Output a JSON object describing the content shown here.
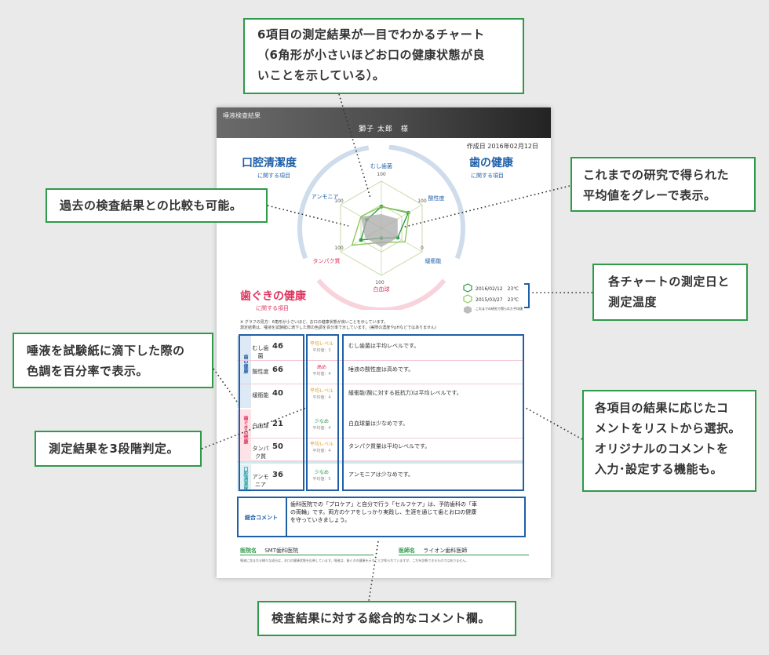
{
  "callouts": {
    "top": [
      "6項目の測定結果が一目でわかるチャート",
      "（6角形が小さいほどお口の健康状態が良",
      "いことを示している）。"
    ],
    "compare": "過去の検査結果との比較も可能。",
    "average": [
      "これまでの研究で得られた",
      "平均値をグレーで表示。"
    ],
    "dates": [
      "各チャートの測定日と",
      "測定温度"
    ],
    "color": [
      "唾液を試験紙に滴下した際の",
      "色調を百分率で表示。"
    ],
    "judge": "測定結果を3段階判定。",
    "comments": [
      "各項目の結果に応じたコ",
      "メントをリストから選択。",
      "オリジナルのコメントを",
      "入力･設定する機能も。"
    ],
    "overall": "検査結果に対する総合的なコメント欄。"
  },
  "report": {
    "title": "唾液検査結果",
    "patient": "獅子 太郎　様",
    "created": "作成日 2016年02月12日",
    "sections": {
      "oral": "口腔清潔度",
      "teeth": "歯の健康",
      "gums": "歯ぐきの健康",
      "sub": "に関する項目"
    },
    "axes": [
      "むし歯菌",
      "酸性度",
      "緩衝能",
      "白血球",
      "タンパク質",
      "アンモニア"
    ],
    "max_label": "100",
    "zero_label": "0",
    "legend": {
      "entries": [
        "2016/02/12　23℃",
        "2015/03/27　23℃"
      ],
      "avg_note": "これまでの研究で得られた平均値"
    },
    "note_lines": [
      "※ グラフの見方：6角形が小さいほど、お口の健康状態が良いことを示しています。",
      "測定結果は、唾液を試験紙に滴下した際の色調を百分率で示しています。(実際の濃度やpHなどではありません)"
    ],
    "rows": [
      {
        "label": "むし歯菌",
        "value": "46",
        "level": "平均レベル",
        "avg": "平均値：3",
        "comment": "むし歯菌は平均レベルです。"
      },
      {
        "label": "酸性度",
        "value": "66",
        "level": "高め",
        "avg": "平均値：4",
        "comment": "唾液の酸性度は高めです。"
      },
      {
        "label": "緩衝能",
        "value": "40",
        "level": "平均レベル",
        "avg": "平均値：4",
        "comment": "緩衝能(酸に対する抵抗力)は平均レベルです。"
      },
      {
        "label": "白血球",
        "value": "21",
        "level": "少なめ",
        "avg": "平均値：4",
        "comment": "白血球量は少なめです。"
      },
      {
        "label": "タンパク質",
        "value": "50",
        "level": "平均レベル",
        "avg": "平均値：4",
        "comment": "タンパク質量は平均レベルです。"
      },
      {
        "label": "アンモニア",
        "value": "36",
        "level": "少なめ",
        "avg": "平均値：5",
        "comment": "アンモニアは少なめです。"
      }
    ],
    "group_labels": {
      "teeth": "歯の健康",
      "gums": "歯ぐきの健康",
      "oral": "口腔清潔度"
    },
    "overall_label": "総合コメント",
    "overall_text": [
      "歯科医院での「プロケア」と自分で行う「セルフケア」は、予防歯科の「車",
      "の両輪」です。両方のケアをしっかり実践し、生涯を通じて歯とお口の健康",
      "を守っていきましょう。"
    ],
    "clinic_label": "医院名",
    "clinic": "SMT歯科医院",
    "doctor_label": "医師名",
    "doctor": "ライオン歯科医師",
    "footer": "唾液に含まれる様々な成分は、お口の健康状態を反映しています。唾液は、歯ぐきの健康を示すことが知られていますが、これを診断できるものではありません。"
  },
  "chart_data": {
    "type": "radar",
    "categories": [
      "むし歯菌",
      "酸性度",
      "緩衝能",
      "白血球",
      "タンパク質",
      "アンモニア"
    ],
    "ylim": [
      0,
      100
    ],
    "series": [
      {
        "name": "2016/02/12　23℃",
        "values": [
          46,
          66,
          40,
          21,
          50,
          36
        ],
        "color": "#2e9a4a"
      },
      {
        "name": "2015/03/27　23℃",
        "values": [
          46,
          68,
          58,
          30,
          72,
          50
        ],
        "color": "#8fc85a"
      },
      {
        "name": "これまでの研究で得られた平均値",
        "values": [
          30,
          40,
          40,
          40,
          40,
          50
        ],
        "color": "#9c9c9c"
      }
    ]
  },
  "colors": {
    "green": "#2e9a4a",
    "blue": "#1f5fa8",
    "pink": "#e0355f",
    "teal": "#2a9aa8"
  }
}
